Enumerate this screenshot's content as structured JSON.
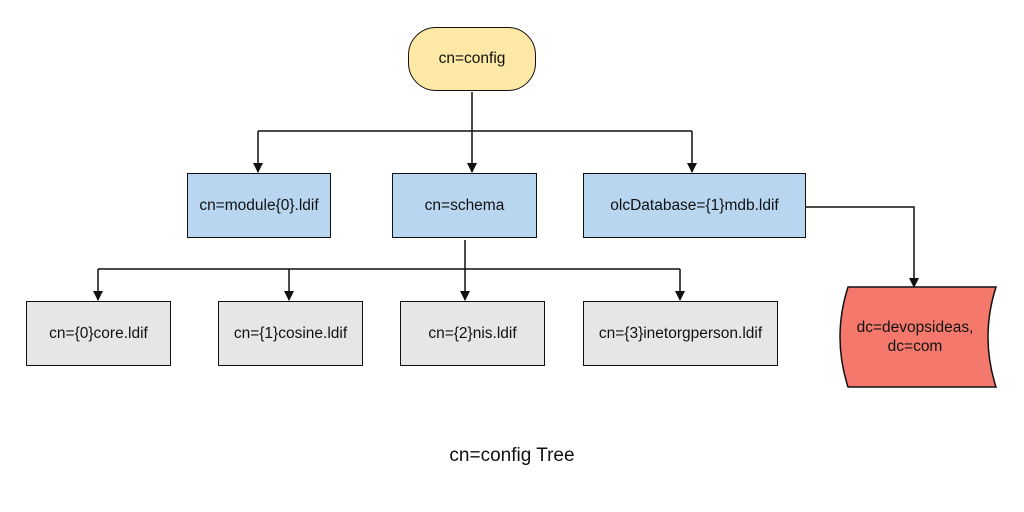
{
  "colors": {
    "root_fill": "#fde8a6",
    "level1_fill": "#b8d6f0",
    "level2_fill": "#e6e6e6",
    "db_fill": "#f4796c",
    "line": "#111111"
  },
  "root": {
    "label": "cn=config"
  },
  "level1": [
    {
      "label": "cn=module{0}.ldif"
    },
    {
      "label": "cn=schema"
    },
    {
      "label": "olcDatabase={1}mdb.ldif"
    }
  ],
  "schema_children": [
    {
      "label": "cn={0}core.ldif"
    },
    {
      "label": "cn={1}cosine.ldif"
    },
    {
      "label": "cn={2}nis.ldif"
    },
    {
      "label": "cn={3}inetorgperson.ldif"
    }
  ],
  "database": {
    "label": "dc=devopsideas,\ndc=com"
  },
  "caption": "cn=config Tree"
}
